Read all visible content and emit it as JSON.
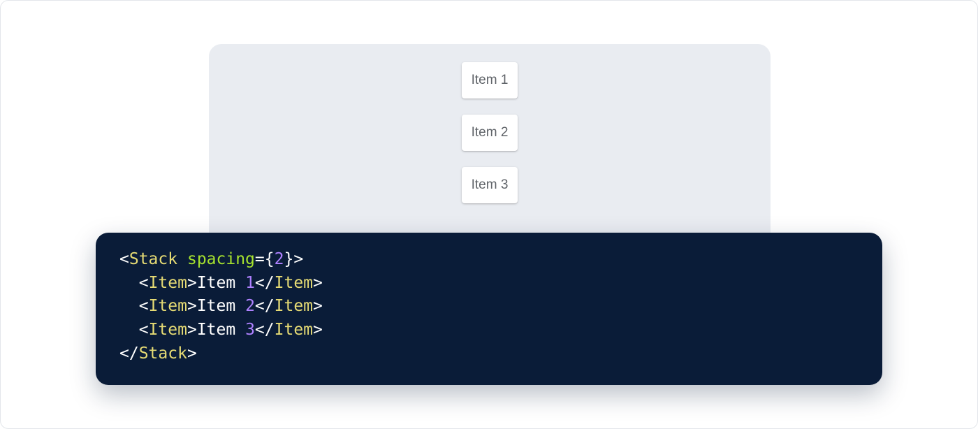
{
  "demo": {
    "items": [
      "Item 1",
      "Item 2",
      "Item 3"
    ]
  },
  "code": {
    "stack_tag": "Stack",
    "spacing_attr": "spacing",
    "spacing_value": "2",
    "item_tag": "Item",
    "item_text": "Item",
    "item_numbers": [
      "1",
      "2",
      "3"
    ]
  },
  "colors": {
    "code_background": "#0a1c38",
    "tag": "#e6db74",
    "attribute": "#a6e22e",
    "number": "#ae81ff",
    "demo_background": "#e9ecf1"
  }
}
